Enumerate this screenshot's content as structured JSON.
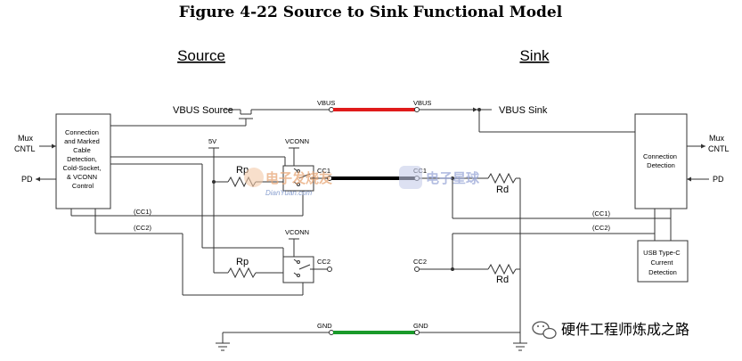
{
  "figure_title": "Figure 4-22  Source to Sink Functional Model",
  "source_heading": "Source",
  "sink_heading": "Sink",
  "source_block_lines": [
    "Connection",
    "and Marked",
    "Cable",
    "Detection,",
    "Cold-Socket,",
    "& VCONN",
    "Control"
  ],
  "sink_block_lines": [
    "Connection",
    "Detection"
  ],
  "current_block_lines": [
    "USB Type-C",
    "Current",
    "Detection"
  ],
  "mux_cntl_left": [
    "Mux",
    "CNTL"
  ],
  "mux_cntl_right": [
    "Mux",
    "CNTL"
  ],
  "pd_left": "PD",
  "pd_right": "PD",
  "vbus_source": "VBUS Source",
  "vbus_sink": "VBUS Sink",
  "vbus_left": "VBUS",
  "vbus_right": "VBUS",
  "five_v": "5V",
  "vconn_top": "VCONN",
  "vconn_bottom": "VCONN",
  "rp_top": "Rp",
  "rp_bottom": "Rp",
  "rd_top": "Rd",
  "rd_bottom": "Rd",
  "cc1_left": "CC1",
  "cc1_right": "CC1",
  "cc2_left": "CC2",
  "cc2_right": "CC2",
  "cc1_bus_left": "(CC1)",
  "cc2_bus_left": "(CC2)",
  "cc1_bus_right": "(CC1)",
  "cc2_bus_right": "(CC2)",
  "gnd_left": "GND",
  "gnd_right": "GND",
  "watermark_left": "电子发烧友",
  "watermark_left_small": "DianYuan.com",
  "watermark_right": "电子星球",
  "footer_credit": "硬件工程师炼成之路",
  "colors": {
    "vbus_cable": "#e01b1b",
    "cc_cable": "#000000",
    "gnd_cable": "#1a9a2a",
    "wire": "#333333"
  },
  "icons": [
    "wechat-icon",
    "ground-symbol",
    "switch-symbol",
    "resistor-symbol",
    "transistor-symbol"
  ]
}
